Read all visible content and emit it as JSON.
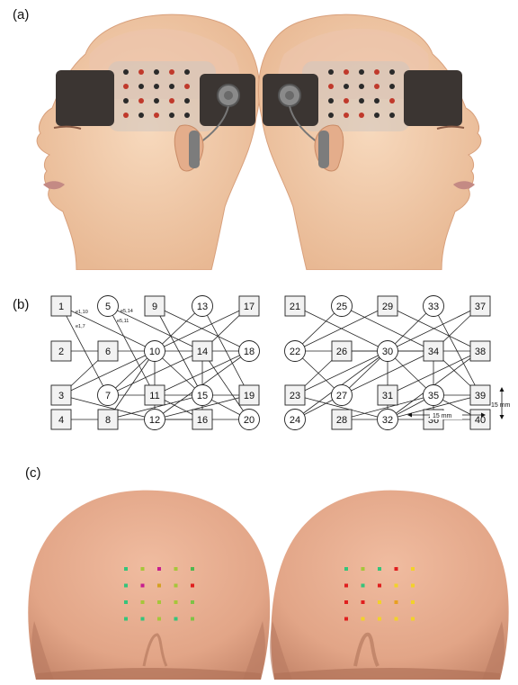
{
  "panels": {
    "a": "(a)",
    "b": "(b)",
    "c": "(c)"
  },
  "diagram": {
    "square_ids": [
      "1",
      "2",
      "3",
      "4",
      "6",
      "8",
      "9",
      "11",
      "14",
      "16",
      "17",
      "19",
      "21",
      "23",
      "26",
      "28",
      "29",
      "31",
      "34",
      "36",
      "37",
      "38",
      "39",
      "40"
    ],
    "circle_ids": [
      "5",
      "7",
      "10",
      "12",
      "13",
      "15",
      "18",
      "20",
      "22",
      "24",
      "25",
      "27",
      "30",
      "32",
      "33",
      "35"
    ],
    "edge_labels": [
      "e1,10",
      "e1,7",
      "e5,14",
      "e5,11"
    ],
    "scale_vertical": "15 mm",
    "scale_horizontal": "15 mm"
  },
  "colors": {
    "skin": "#f0c9a8",
    "headband": "#3b3532",
    "electrode_red": "#c0392b",
    "electrode_dark": "#2a2a2a",
    "head_model": "#e4aa8e",
    "dot_green": "#2fb35a",
    "dot_red": "#e01e1e",
    "dot_yellow": "#e8d21c",
    "dot_magenta": "#c71d8f"
  },
  "head_models": {
    "left_dots": [
      [
        "#35c47a",
        "#a6c63a",
        "#c71d8f",
        "#a6c63a",
        "#4fb84e"
      ],
      [
        "#35c47a",
        "#c71d8f",
        "#d4a022",
        "#a6c63a",
        "#e01e1e"
      ],
      [
        "#35c47a",
        "#a6c63a",
        "#a6c63a",
        "#a6c63a",
        "#7ec246"
      ],
      [
        "#35c47a",
        "#35c47a",
        "#a6c63a",
        "#35c47a",
        "#7ec246"
      ]
    ],
    "right_dots": [
      [
        "#35c47a",
        "#a6c63a",
        "#35c47a",
        "#e01e1e",
        "#f2d22a"
      ],
      [
        "#e01e1e",
        "#35c47a",
        "#e01e1e",
        "#f2d22a",
        "#f2d22a"
      ],
      [
        "#e01e1e",
        "#e01e1e",
        "#f2d22a",
        "#e8a020",
        "#f2d22a"
      ],
      [
        "#e01e1e",
        "#f2d22a",
        "#f2d22a",
        "#f2d22a",
        "#f2d22a"
      ]
    ]
  }
}
